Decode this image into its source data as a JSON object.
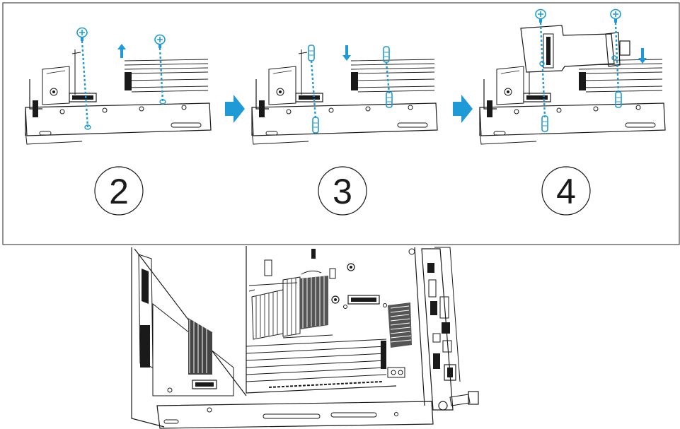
{
  "steps": [
    {
      "number": "2",
      "action": "remove-screws"
    },
    {
      "number": "3",
      "action": "install-standoffs"
    },
    {
      "number": "4",
      "action": "install-module-and-screws"
    }
  ],
  "colors": {
    "accent": "#1e9ad6",
    "line": "#1a1a1a",
    "panel_border": "#4a4a4a",
    "background": "#ffffff"
  },
  "icons": [
    "screw-icon",
    "standoff-icon",
    "arrow-up-icon",
    "arrow-down-icon",
    "arrow-right-icon"
  ]
}
